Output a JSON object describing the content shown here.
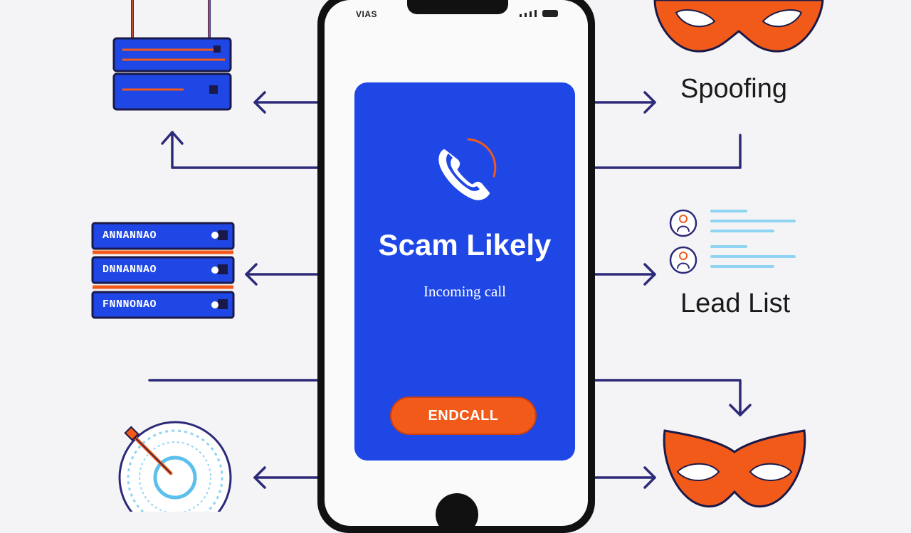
{
  "phone": {
    "carrier": "VIAS",
    "call_title": "Scam Likely",
    "call_subtitle": "Incoming call",
    "end_button_label": "ENDCALL"
  },
  "labels": {
    "spoofing": "Spoofing",
    "lead_list": "Lead List"
  },
  "server_rows": [
    "ANNANNAO",
    "DNNANNAO",
    "FNNNONAO"
  ],
  "colors": {
    "background": "#f4f4f6",
    "card_blue": "#1f47e6",
    "accent_orange": "#f25a1a",
    "arrow_navy": "#2c2a78",
    "list_lines": "#8fd4f2"
  },
  "icons": [
    "server-stack-icon",
    "phone-icon",
    "mask-icon",
    "contact-icon",
    "radar-dial-icon"
  ]
}
